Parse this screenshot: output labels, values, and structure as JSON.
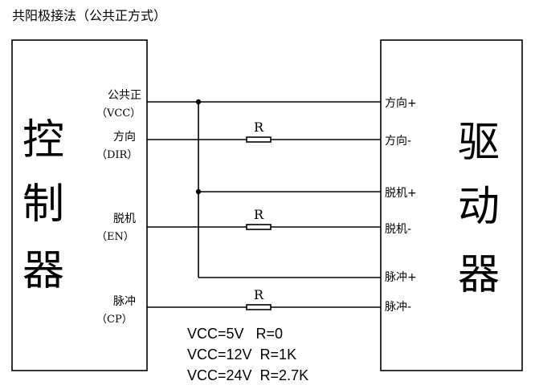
{
  "title": "共阳极接法（公共正方式）",
  "controller": {
    "label_chars": [
      "控",
      "制",
      "器"
    ],
    "signals": [
      {
        "name": "公共正",
        "sub": "（VCC）"
      },
      {
        "name": "方向",
        "sub": "（DIR）"
      },
      {
        "name": "脱机",
        "sub": "（EN）"
      },
      {
        "name": "脉冲",
        "sub": "（CP）"
      }
    ]
  },
  "driver": {
    "label_chars": [
      "驱",
      "动",
      "器"
    ],
    "terminals": [
      "方向+",
      "方向-",
      "脱机+",
      "脱机-",
      "脉冲+",
      "脉冲-"
    ]
  },
  "resistor_label": "R",
  "notes": [
    "VCC=5V   R=0",
    "VCC=12V  R=1K",
    "VCC=24V  R=2.7K"
  ]
}
